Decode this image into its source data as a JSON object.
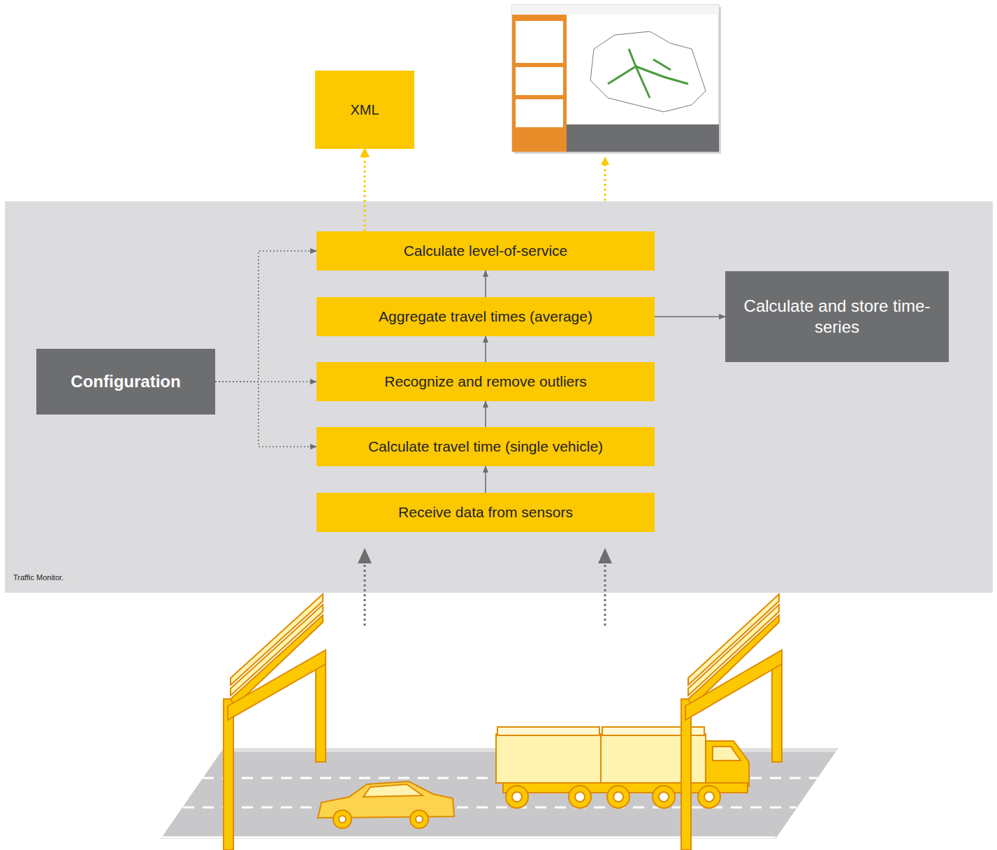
{
  "diagram": {
    "nodes": [
      {
        "text": [
          "XML"
        ]
      },
      {
        "text": [
          "Traffic Monitor."
        ]
      },
      {
        "text": [
          "Calculate level-of-service"
        ],
        "in": 1
      },
      {
        "text": [
          "Aggregate travel times (average)"
        ],
        "in": 1
      },
      {
        "text": [
          "Calculate and store time-series"
        ],
        "in": 1
      },
      {
        "text": [
          "Configuration"
        ],
        "in": 1
      },
      {
        "text": [
          "Recognize and remove outliers"
        ],
        "in": 1
      },
      {
        "text": [
          "Calculate travel time (single vehicle)"
        ],
        "in": 1
      },
      {
        "text": [
          "Receive data from sensors"
        ],
        "in": 1
      }
    ],
    "edges": [
      {
        "from": 8,
        "to": 7,
        "arrow": "to"
      },
      {
        "from": 7,
        "to": 6,
        "arrow": "to"
      },
      {
        "from": 6,
        "to": 3,
        "arrow": "to"
      },
      {
        "from": 3,
        "to": 2,
        "arrow": "to"
      },
      {
        "from": 3,
        "to": 4,
        "arrow": "to"
      },
      {
        "from": 2,
        "to": 0,
        "arrow": "to"
      },
      {
        "from": 5,
        "to": 2,
        "arrow": "to"
      },
      {
        "from": 5,
        "to": 6,
        "arrow": "to"
      },
      {
        "from": 5,
        "to": 7,
        "arrow": "to"
      }
    ]
  }
}
